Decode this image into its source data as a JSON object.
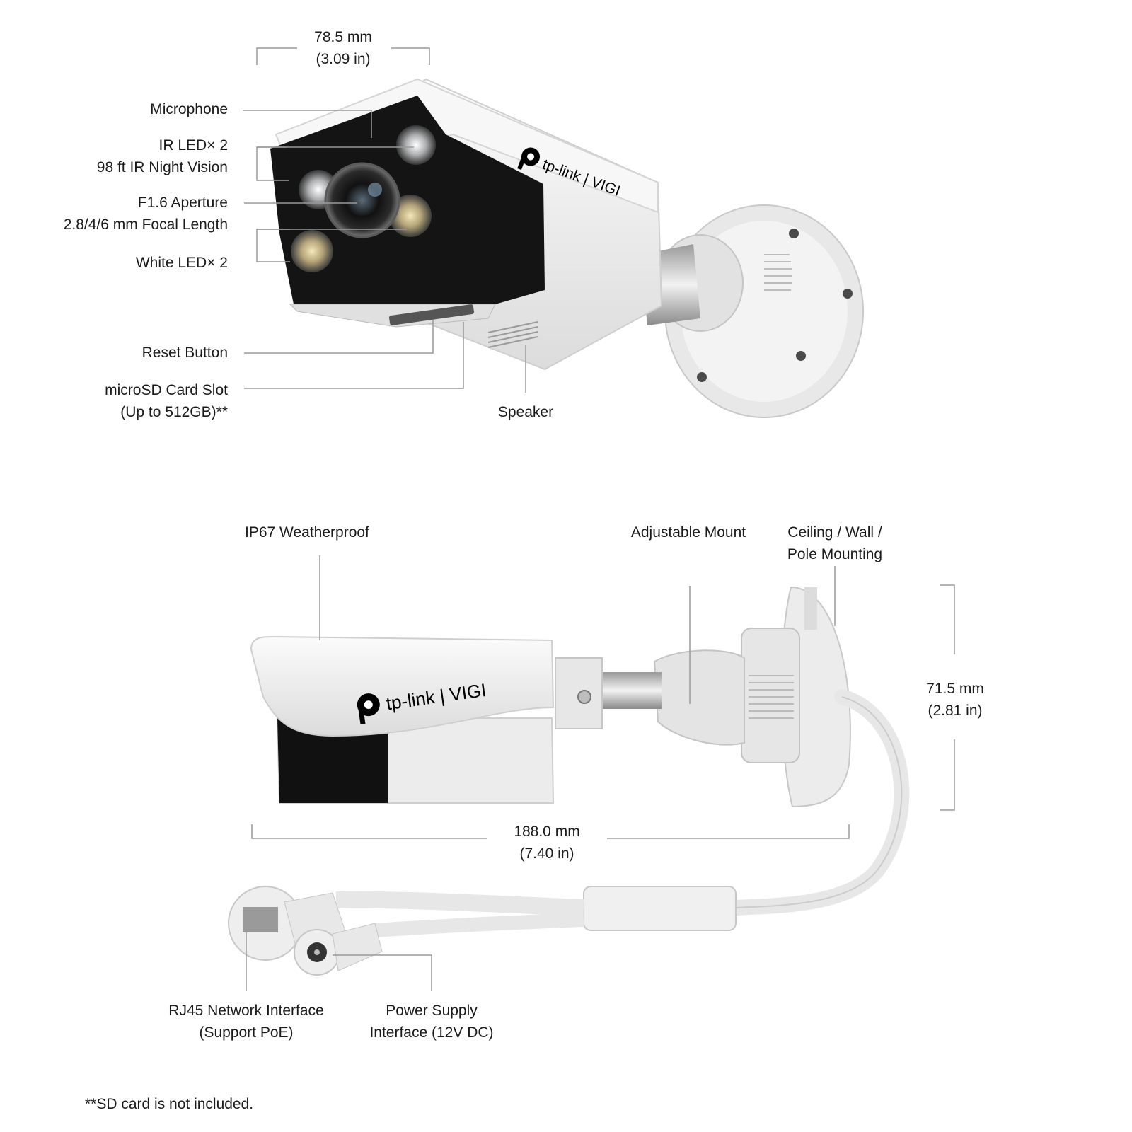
{
  "dimensions": {
    "width_top": [
      "78.5 mm",
      "(3.09 in)"
    ],
    "height_side": [
      "71.5 mm",
      "(2.81 in)"
    ],
    "length_side": [
      "188.0 mm",
      "(7.40 in)"
    ]
  },
  "front_callouts": {
    "microphone": "Microphone",
    "ir_led": [
      "IR LED× 2",
      "98 ft IR Night Vision"
    ],
    "aperture": [
      "F1.6 Aperture",
      "2.8/4/6 mm Focal Length"
    ],
    "white_led": "White LED× 2",
    "reset": "Reset Button",
    "microsd": [
      "microSD Card Slot",
      "(Up to 512GB)**"
    ],
    "speaker": "Speaker"
  },
  "side_callouts": {
    "weatherproof": "IP67 Weatherproof",
    "mount": "Adjustable Mount",
    "mounting": [
      "Ceiling / Wall /",
      "Pole Mounting"
    ],
    "rj45": [
      "RJ45 Network Interface",
      "(Support PoE)"
    ],
    "power": [
      "Power Supply",
      "Interface (12V DC)"
    ]
  },
  "brand": {
    "logo_text": "tp-link | VIGI"
  },
  "footnote": "**SD card is not included."
}
